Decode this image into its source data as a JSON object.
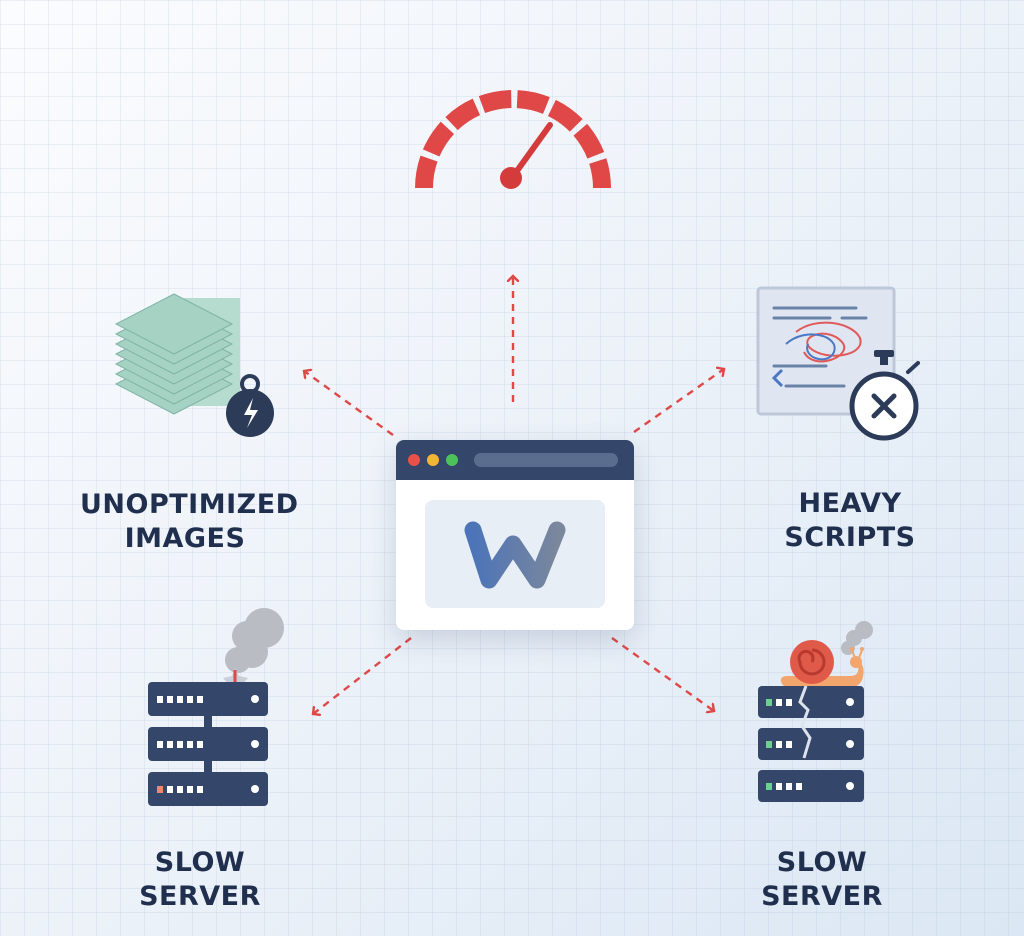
{
  "labels": {
    "unoptimized_images": "UNOPTIMIZED IMAGES",
    "heavy_scripts": "HEAVY SCRIPTS",
    "slow_server_left": "SLOW SERVER",
    "slow_server_right": "SLOW SERVER"
  },
  "website_logo": "W",
  "colors": {
    "arrow": "#e04848",
    "gauge": "#e04848",
    "navy": "#34466a",
    "label_text": "#1f2f4d",
    "image_stack": "#9fd0c0"
  }
}
